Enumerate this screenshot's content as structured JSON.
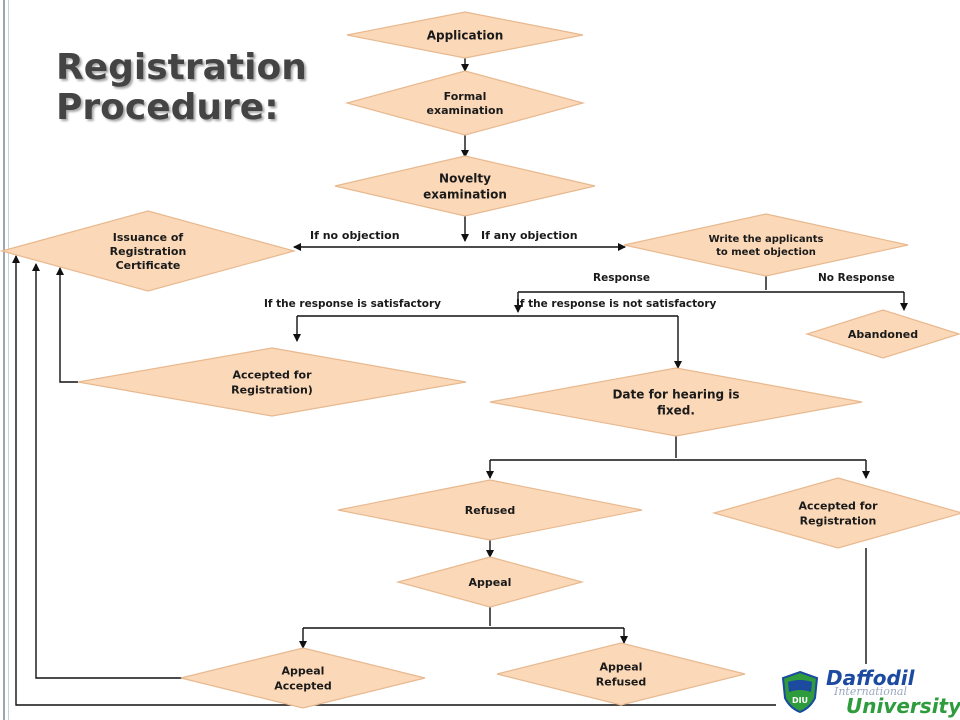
{
  "title": {
    "line1": "Registration",
    "line2": "Procedure:"
  },
  "colors": {
    "node_fill": "#fbd8b8",
    "node_stroke": "#e8b98f",
    "line": "#111111",
    "title": "#444444"
  },
  "nodes": {
    "application": [
      "Application"
    ],
    "formal_examination": [
      "Formal",
      "examination"
    ],
    "novelty_examination": [
      "Novelty",
      "examination"
    ],
    "issuance_certificate": [
      "Issuance of",
      "Registration",
      "Certificate"
    ],
    "write_applicants": [
      "Write the applicants",
      "to meet objection"
    ],
    "abandoned": [
      "Abandoned"
    ],
    "accepted_registration_left": [
      "Accepted for",
      "Registration)"
    ],
    "date_hearing": [
      "Date for hearing is",
      "fixed."
    ],
    "refused": [
      "Refused"
    ],
    "accepted_registration_right": [
      "Accepted for",
      "Registration"
    ],
    "appeal": [
      "Appeal"
    ],
    "appeal_accepted": [
      "Appeal",
      "Accepted"
    ],
    "appeal_refused": [
      "Appeal",
      "Refused"
    ]
  },
  "labels": {
    "no_objection": "If no objection",
    "any_objection": "If any objection",
    "response": "Response",
    "no_response": "No Response",
    "satisfactory": "If the response is satisfactory",
    "not_satisfactory": "If the response is not satisfactory"
  },
  "logo": {
    "name": "Daffodil",
    "sub": "International",
    "uni": "University",
    "mark": "DIU"
  }
}
